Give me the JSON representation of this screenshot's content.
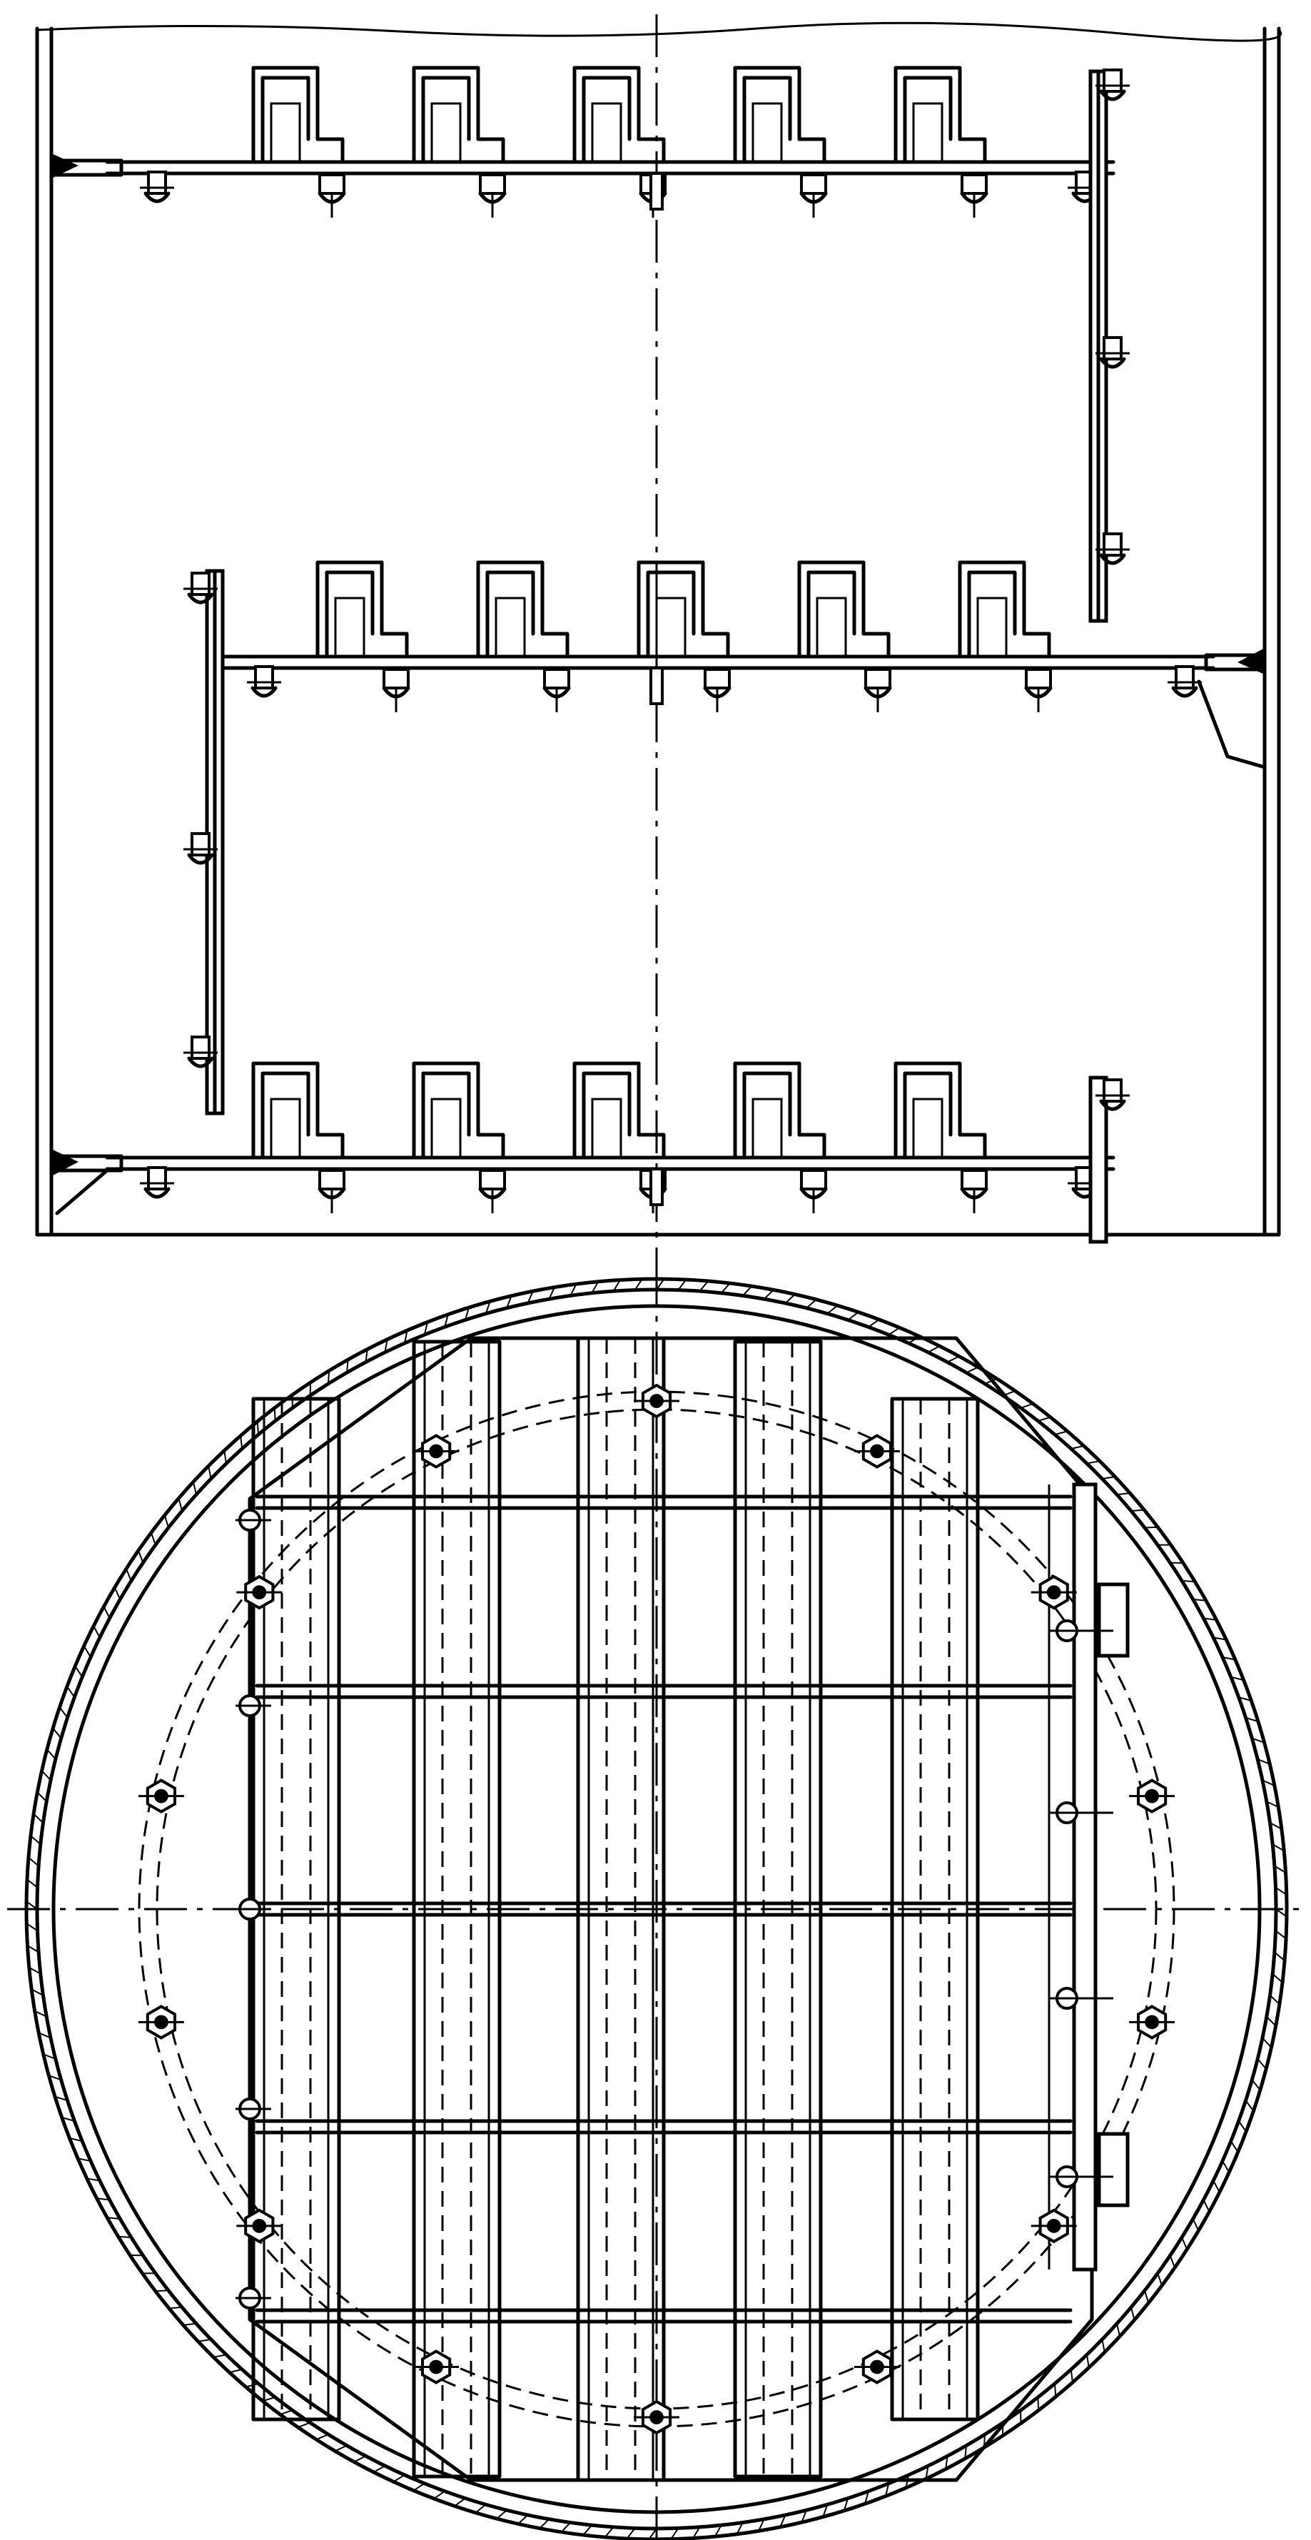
{
  "figure": {
    "views": [
      "section",
      "plan"
    ],
    "section_view": {
      "tray_count": 3,
      "caps_per_tray": [
        5,
        5,
        5
      ]
    },
    "plan_view": {
      "beam_count": 5,
      "bolt_count": 14
    },
    "line_color": "#000000",
    "background": "#ffffff"
  }
}
